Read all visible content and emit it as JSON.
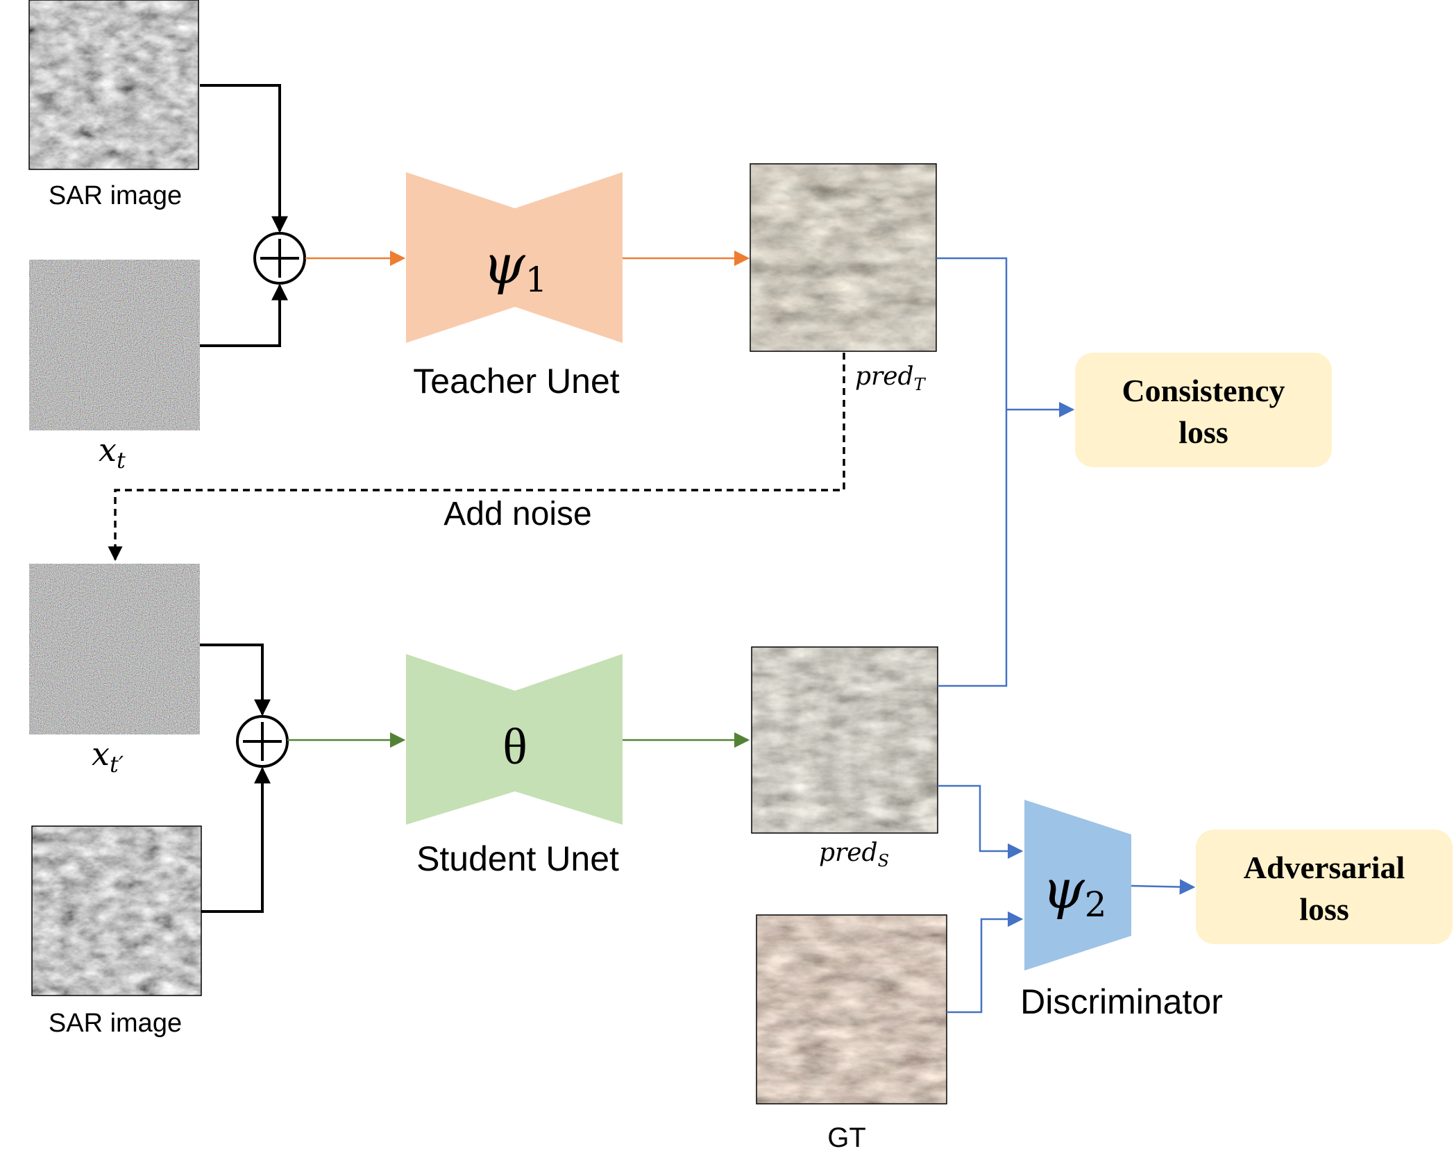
{
  "inputs": {
    "sar_top_label": "SAR image",
    "sar_bottom_label": "SAR image",
    "xt_label": "x",
    "xt_sub": "t",
    "xtp_label": "x",
    "xtp_sub": "t′"
  },
  "teacher": {
    "symbol": "ψ",
    "symbol_sub": "1",
    "label": "Teacher Unet"
  },
  "student": {
    "symbol": "θ",
    "label": "Student Unet"
  },
  "discriminator": {
    "symbol": "ψ",
    "symbol_sub": "2",
    "label": "Discriminator"
  },
  "preds": {
    "teacher_label": "pred",
    "teacher_sub": "T",
    "student_label": "pred",
    "student_sub": "S",
    "gt_label": "GT"
  },
  "noise_step": {
    "label": "Add noise"
  },
  "losses": {
    "consistency_line1": "Consistency",
    "consistency_line2": "loss",
    "adversarial_line1": "Adversarial",
    "adversarial_line2": "loss"
  },
  "colors": {
    "teacher_fill": "#f8cbad",
    "teacher_arrow": "#ed7d31",
    "student_fill": "#c5e0b4",
    "student_arrow": "#548235",
    "discriminator_fill": "#9dc3e6",
    "loss_link": "#4472c4",
    "loss_box_fill": "#fff2cc"
  }
}
